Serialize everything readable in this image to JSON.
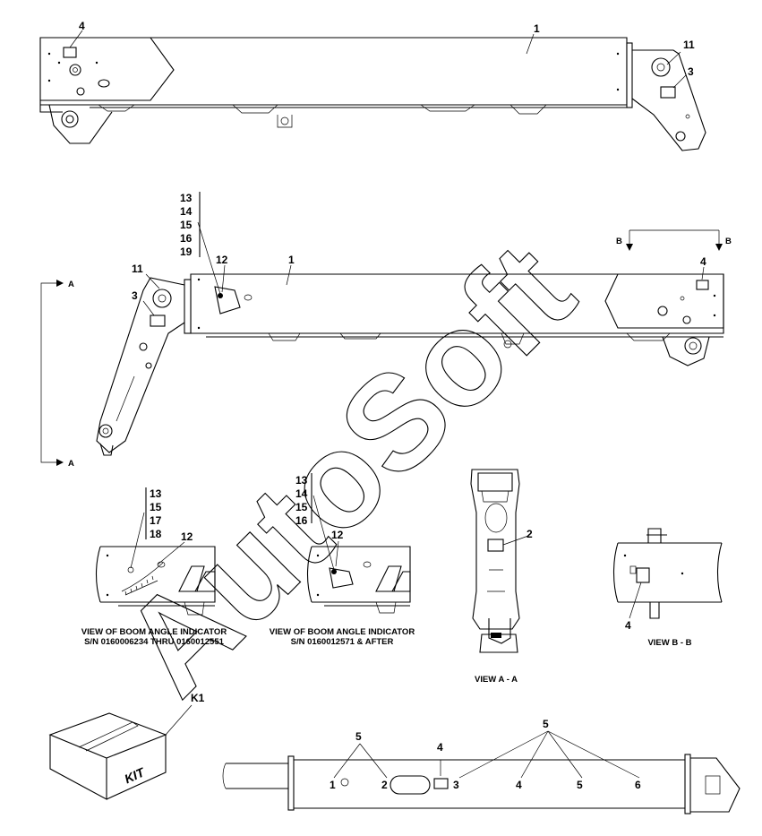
{
  "watermark": "AutoSoft",
  "top_view": {
    "callouts": {
      "boom": "1",
      "plate": "4",
      "pin": "11",
      "decal": "3"
    }
  },
  "middle_view": {
    "callouts": {
      "boom": "1",
      "plate": "4",
      "pin": "11",
      "decal": "3",
      "indicator": "12"
    },
    "group_items": [
      "13",
      "14",
      "15",
      "16",
      "19"
    ],
    "section_a": "A",
    "section_b": "B"
  },
  "indicator_old": {
    "group_items": [
      "13",
      "15",
      "17",
      "18"
    ],
    "indicator": "12",
    "caption_line1": "VIEW OF BOOM ANGLE INDICATOR",
    "caption_line2": "S/N 0160006234 THRU 0160012551"
  },
  "indicator_new": {
    "group_items": [
      "13",
      "14",
      "15",
      "16"
    ],
    "indicator": "12",
    "caption_line1": "VIEW OF BOOM ANGLE INDICATOR",
    "caption_line2": "S/N 0160012571 & AFTER"
  },
  "view_a": {
    "callout": "2",
    "caption": "VIEW A - A"
  },
  "view_b": {
    "callout": "4",
    "caption": "VIEW B - B"
  },
  "kit": {
    "callout": "K1",
    "box_text": "KIT"
  },
  "bottom_view": {
    "callout_decal": "5",
    "callout_plate": "4",
    "positions": [
      "1",
      "2",
      "3",
      "4",
      "5",
      "6"
    ]
  }
}
